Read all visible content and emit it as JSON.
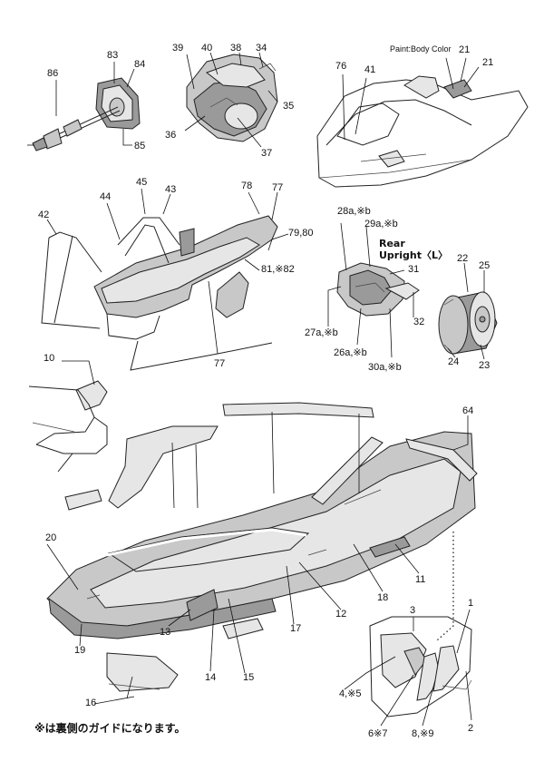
{
  "labels": {
    "p86": "86",
    "p83": "83",
    "p84": "84",
    "p85": "85",
    "p39": "39",
    "p40": "40",
    "p38": "38",
    "p34": "34",
    "p35": "35",
    "p36": "36",
    "p37": "37",
    "paint_note": "Paint:Body Color",
    "p76": "76",
    "p41": "41",
    "p21a": "21",
    "p21b": "21",
    "p44": "44",
    "p45": "45",
    "p43": "43",
    "p42": "42",
    "p78": "78",
    "p77a": "77",
    "p7980": "79,80",
    "p81": "81,※82",
    "p77b": "77",
    "p28": "28a,※b",
    "p29": "29a,※b",
    "rear_upright_1": "Rear",
    "rear_upright_2": "Upright〈L〉",
    "p31": "31",
    "p32": "32",
    "p27": "27a,※b",
    "p26": "26a,※b",
    "p30": "30a,※b",
    "p22": "22",
    "p25": "25",
    "p24": "24",
    "p23": "23",
    "p10": "10",
    "p64": "64",
    "p20": "20",
    "p19": "19",
    "p13": "13",
    "p14": "14",
    "p15": "15",
    "p17": "17",
    "p12": "12",
    "p18": "18",
    "p11": "11",
    "p16": "16",
    "p3": "3",
    "p1": "1",
    "p45b": "4,※5",
    "p67": "6※7",
    "p89": "8,※9",
    "p2": "2"
  },
  "footer_note": "※は裏側のガイドになります。",
  "colors": {
    "part": "#c8c8c8",
    "part_dark": "#9a9a9a",
    "line": "#222222"
  }
}
